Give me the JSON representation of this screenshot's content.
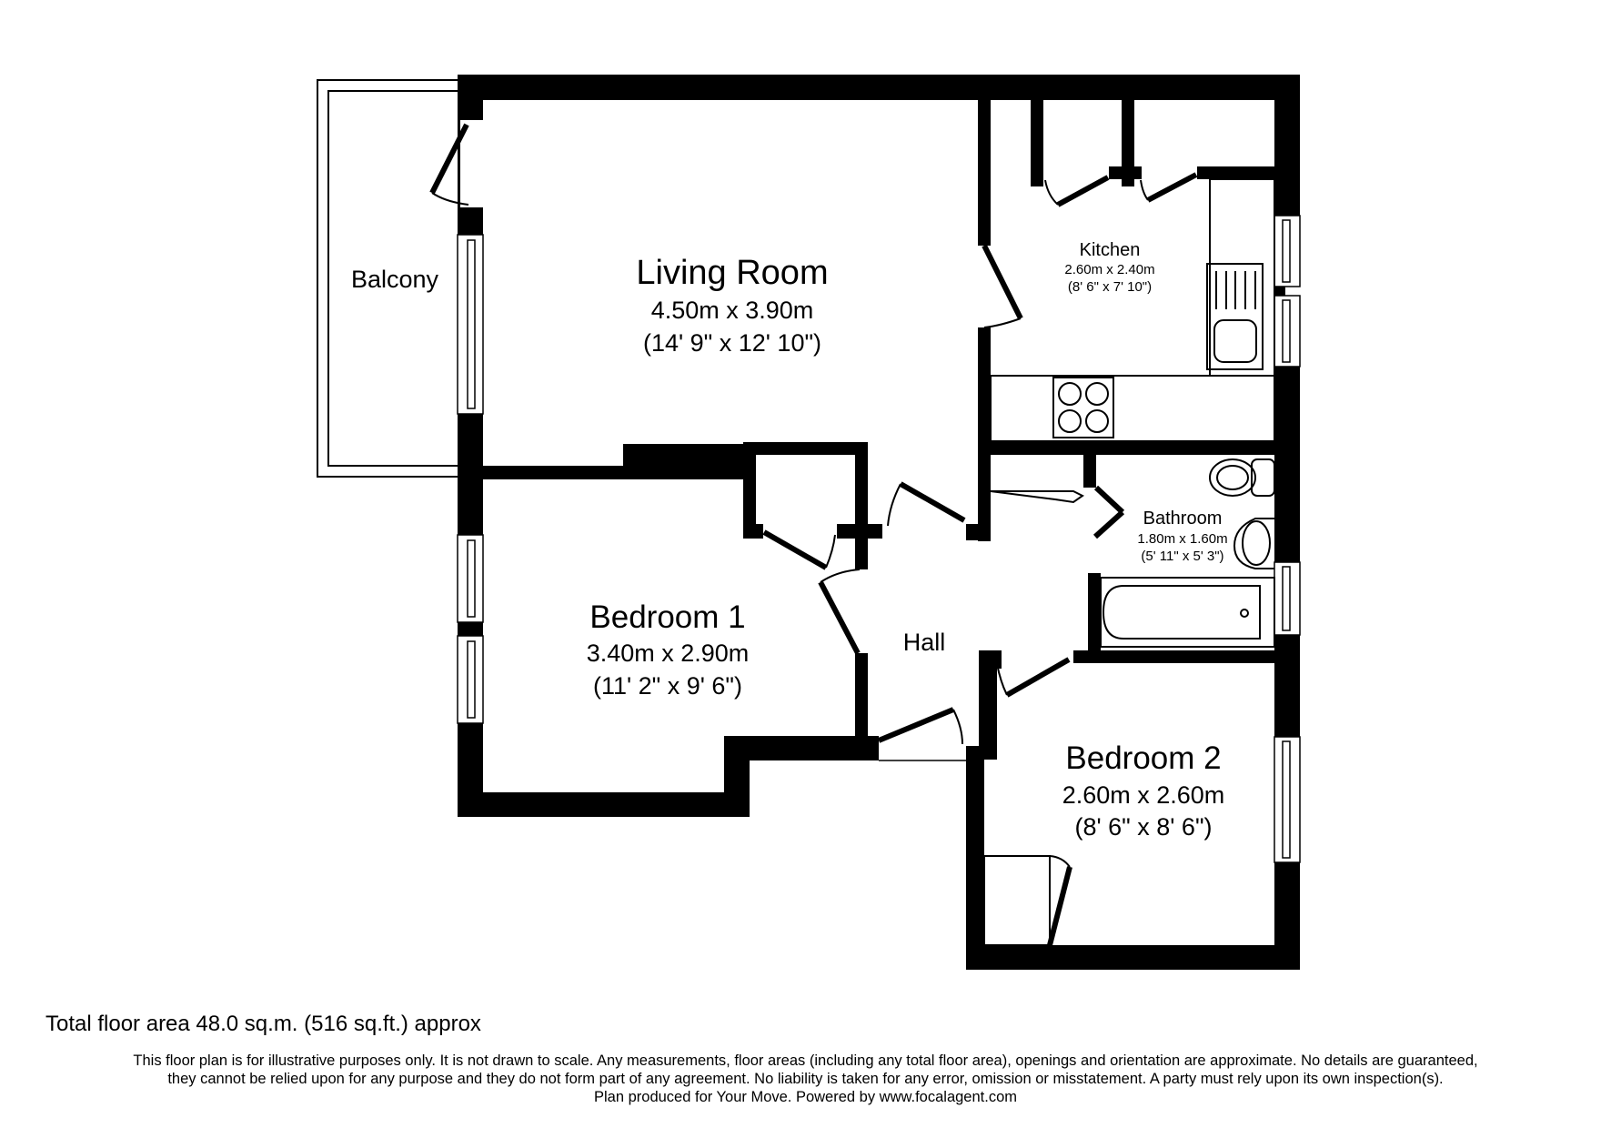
{
  "rooms": {
    "balcony": {
      "name": "Balcony"
    },
    "living_room": {
      "name": "Living Room",
      "metric": "4.50m x 3.90m",
      "imperial": "(14' 9\" x 12' 10\")"
    },
    "kitchen": {
      "name": "Kitchen",
      "metric": "2.60m x 2.40m",
      "imperial": "(8' 6\" x 7' 10\")"
    },
    "bathroom": {
      "name": "Bathroom",
      "metric": "1.80m x 1.60m",
      "imperial": "(5' 11\" x 5' 3\")"
    },
    "bedroom_1": {
      "name": "Bedroom 1",
      "metric": "3.40m x 2.90m",
      "imperial": "(11' 2\" x 9' 6\")"
    },
    "hall": {
      "name": "Hall"
    },
    "bedroom_2": {
      "name": "Bedroom 2",
      "metric": "2.60m x 2.60m",
      "imperial": "(8' 6\" x 8' 6\")"
    }
  },
  "fixtures": [
    "hob-icon",
    "sink-icon",
    "toilet-icon",
    "basin-icon",
    "bath-icon",
    "wardrobe-icon"
  ],
  "footer": {
    "total_area": "Total floor area 48.0 sq.m. (516 sq.ft.) approx",
    "disclaimer_line1": "This floor plan is for illustrative purposes only. It is not drawn to scale. Any measurements, floor areas (including any total floor area), openings and orientation are approximate. No details are guaranteed,",
    "disclaimer_line2": "they cannot be relied upon for any purpose and they do not form part of any agreement. No liability is taken for any error, omission or misstatement. A party must rely upon its own inspection(s).",
    "credit": "Plan produced for Your Move. Powered by www.focalagent.com"
  },
  "colors": {
    "wall": "#000000",
    "background": "#ffffff"
  }
}
